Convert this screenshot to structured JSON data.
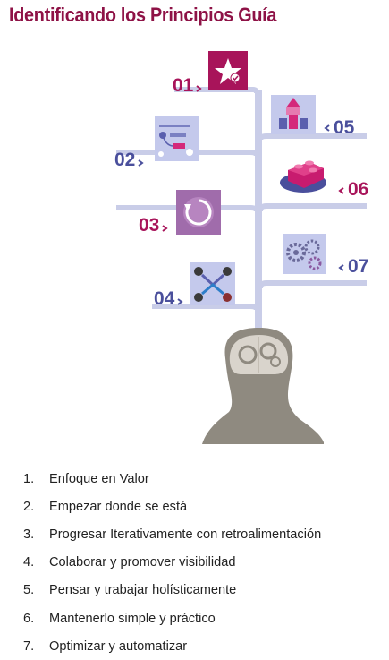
{
  "title": "Identificando los Principios Guía",
  "colors": {
    "accent_magenta": "#a8145a",
    "accent_blue": "#4a4f9c",
    "branch": "#c9cde8",
    "head": "#8f8a80"
  },
  "principles": [
    {
      "number": "01",
      "label": "Enfoque en Valor",
      "icon": "star-check-icon"
    },
    {
      "number": "02",
      "label": "Empezar donde se está",
      "icon": "process-map-icon"
    },
    {
      "number": "03",
      "label": "Progresar Iterativamente con retroalimentación",
      "icon": "cycle-arrow-icon"
    },
    {
      "number": "04",
      "label": "Colaborar y promover visibilidad",
      "icon": "handshake-icon"
    },
    {
      "number": "05",
      "label": "Pensar y trabajar holísticamente",
      "icon": "building-blocks-icon"
    },
    {
      "number": "06",
      "label": "Mantenerlo simple y práctico",
      "icon": "brick-icon"
    },
    {
      "number": "07",
      "label": "Optimizar y automatizar",
      "icon": "gears-icon"
    }
  ],
  "list_numbers": [
    "1.",
    "2.",
    "3.",
    "4.",
    "5.",
    "6.",
    "7."
  ]
}
